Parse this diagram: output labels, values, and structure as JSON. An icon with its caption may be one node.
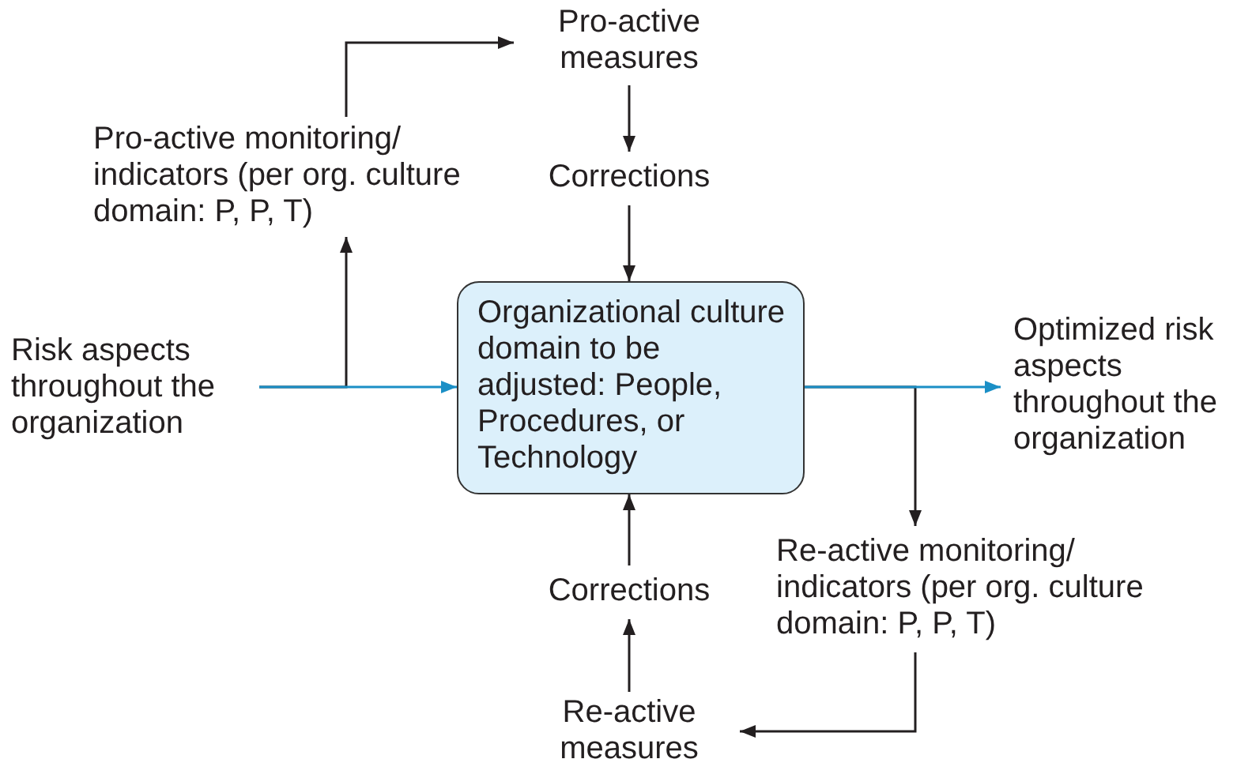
{
  "diagram": {
    "nodes": [
      {
        "text": [
          "Risk aspects throughout the organization"
        ]
      },
      {
        "text": [
          "Pro-active monitoring/ indicators (per org. culture domain: P, P, T)"
        ]
      },
      {
        "text": [
          "Pro-active measures"
        ]
      },
      {
        "text": [
          "Corrections"
        ]
      },
      {
        "text": [
          "Organizational culture domain to be adjusted: People, Procedures, or Technology"
        ]
      },
      {
        "text": [
          "Optimized risk aspects throughout the organization"
        ]
      },
      {
        "text": [
          "Re-active monitoring/ indicators (per org. culture domain: P, P, T)"
        ]
      },
      {
        "text": [
          "Corrections"
        ]
      },
      {
        "text": [
          "Re-active measures"
        ]
      }
    ],
    "edges": [
      {
        "from": 0,
        "to": 4,
        "arrow": "to",
        "color": "#1b8fc6"
      },
      {
        "from": 0,
        "to": 1,
        "arrow": "to"
      },
      {
        "from": 1,
        "to": 2,
        "arrow": "to"
      },
      {
        "from": 2,
        "to": 3,
        "arrow": "to"
      },
      {
        "from": 3,
        "to": 4,
        "arrow": "to"
      },
      {
        "from": 4,
        "to": 5,
        "arrow": "to",
        "color": "#1b8fc6"
      },
      {
        "from": 4,
        "to": 6,
        "arrow": "to"
      },
      {
        "from": 6,
        "to": 8,
        "arrow": "to"
      },
      {
        "from": 8,
        "to": 7,
        "arrow": "to"
      },
      {
        "from": 7,
        "to": 4,
        "arrow": "to"
      }
    ]
  }
}
